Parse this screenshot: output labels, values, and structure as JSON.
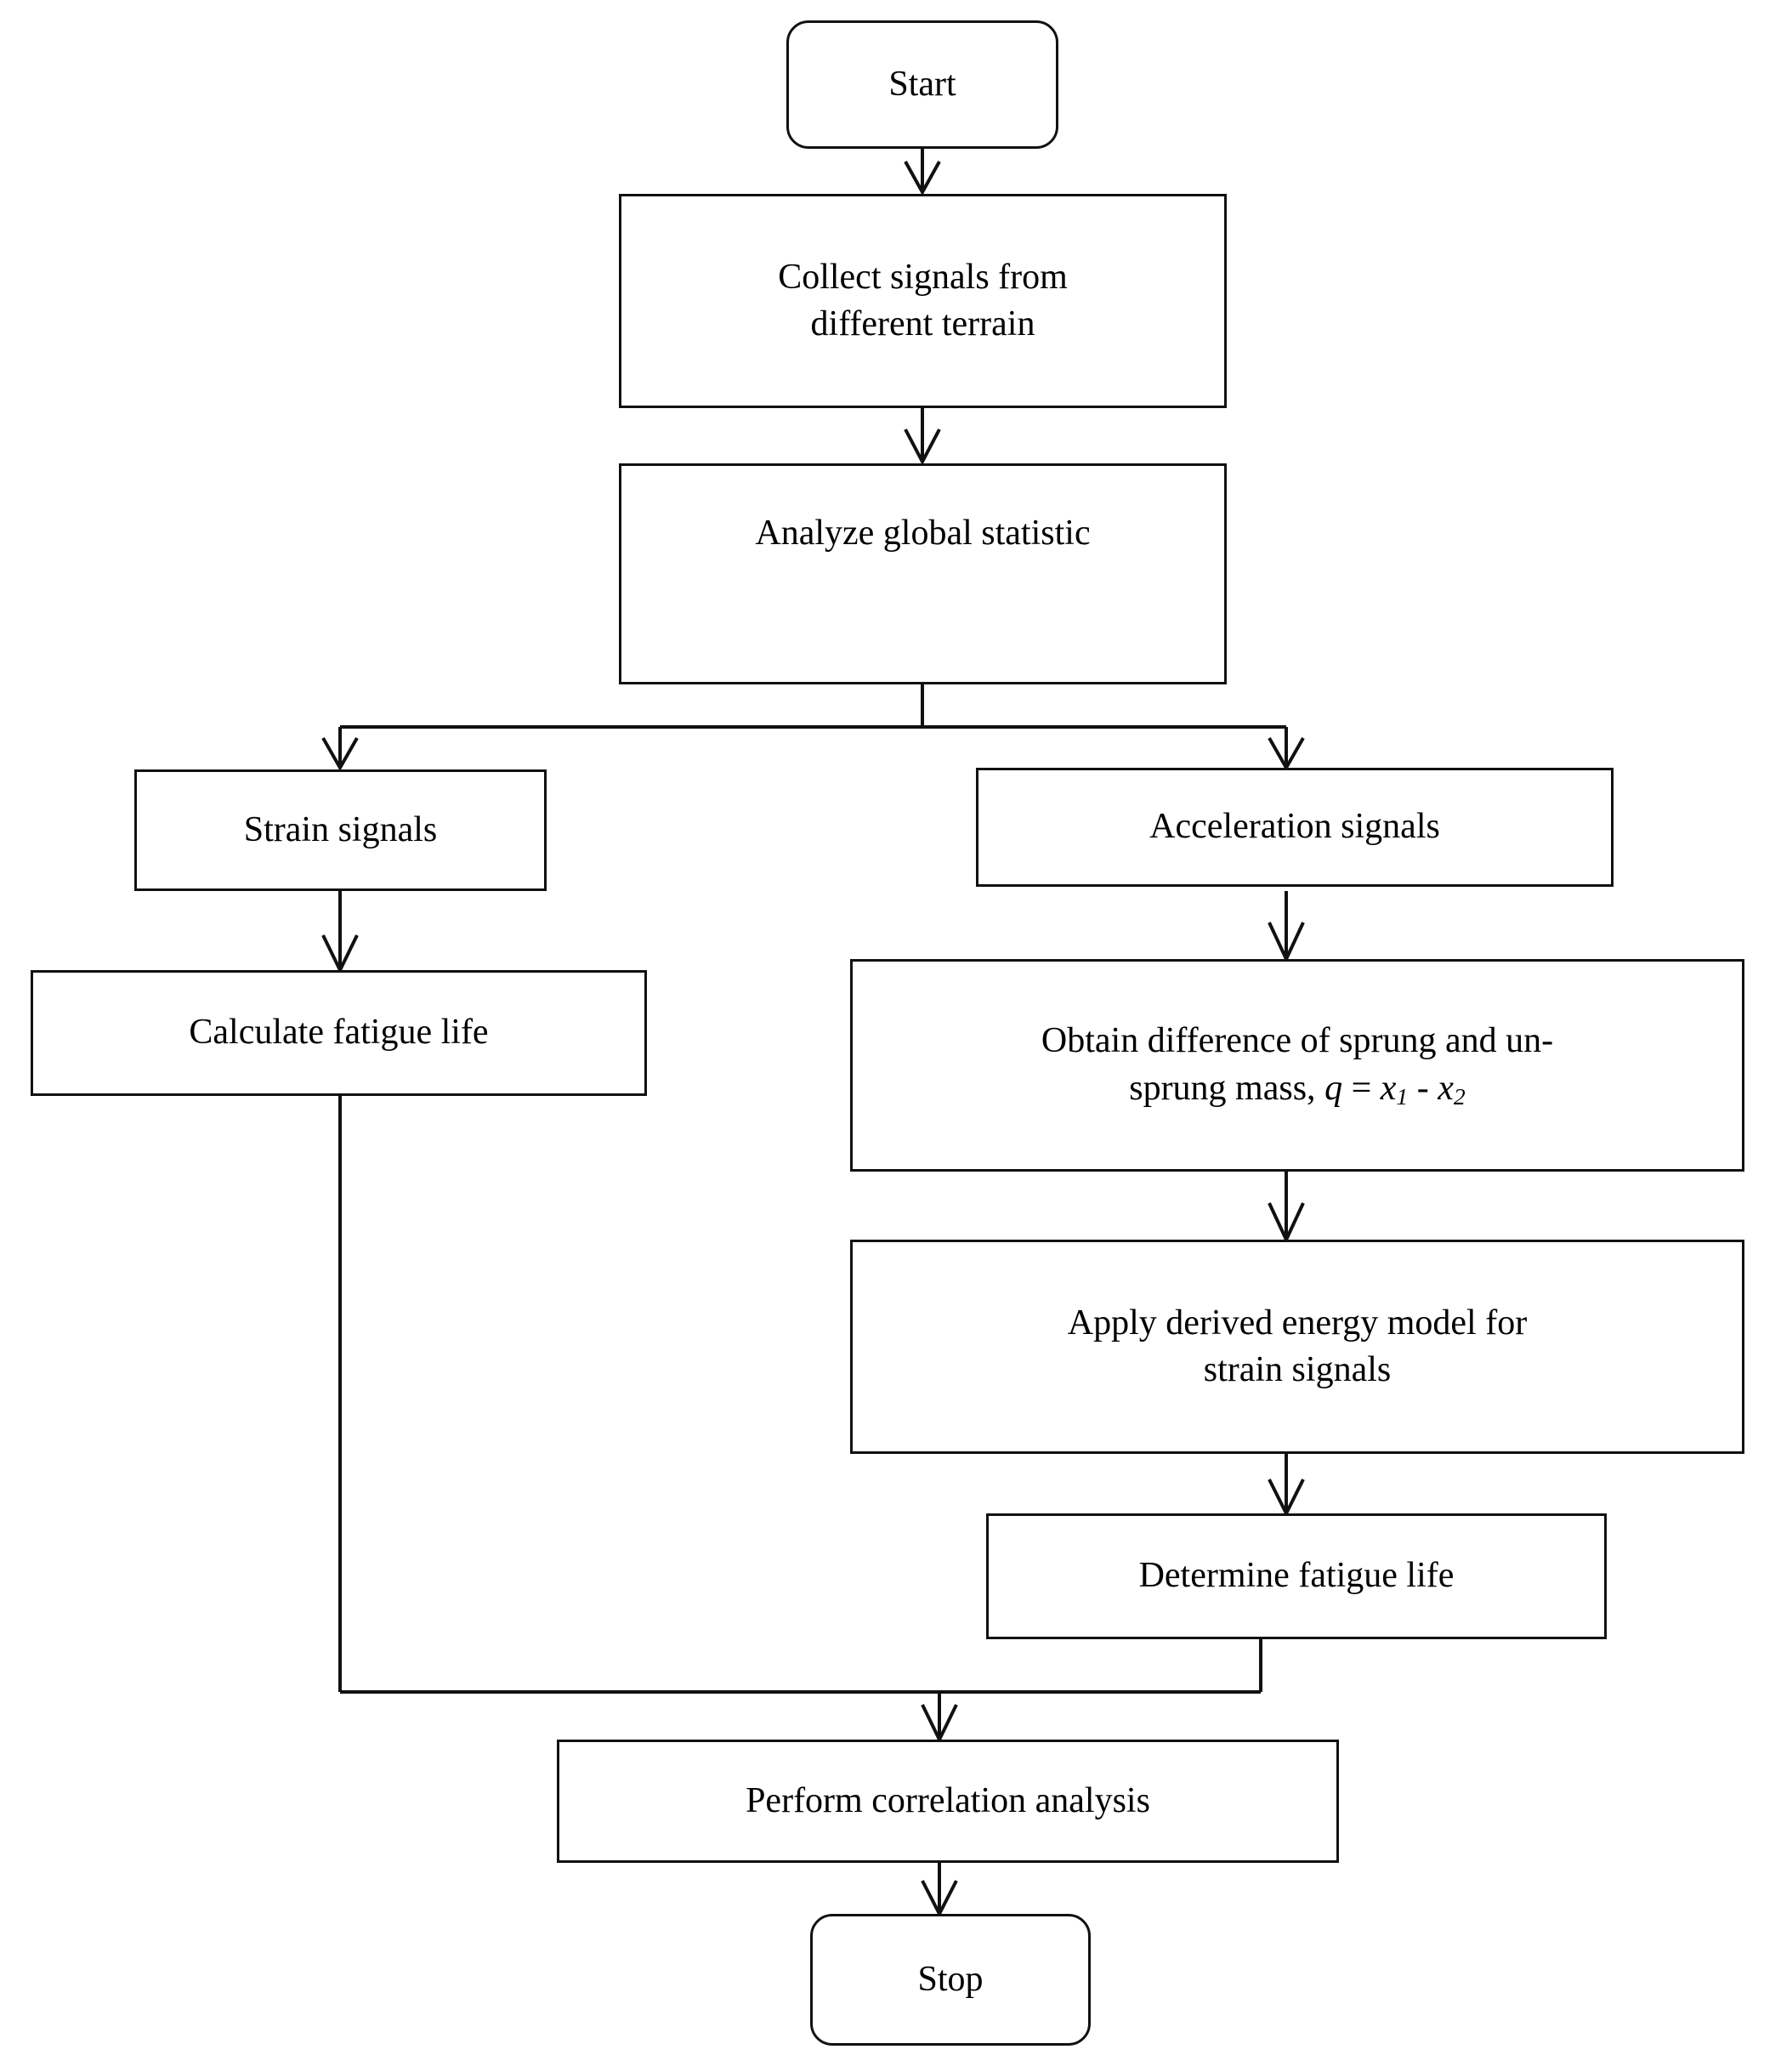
{
  "diagram": {
    "title": "Fatigue life assessment methodology flowchart",
    "stroke_color": "#111111",
    "background_color": "#ffffff",
    "text_color": "#000000"
  },
  "nodes": [
    {
      "id": "start",
      "shape": "terminal",
      "label": "Start",
      "lines": [
        "Start"
      ]
    },
    {
      "id": "collect-signals",
      "shape": "process",
      "label": "Collect signals from different terrain",
      "lines": [
        "Collect signals from",
        "different terrain"
      ]
    },
    {
      "id": "analyze-global-statistic",
      "shape": "process",
      "label": "Analyze global statistic",
      "lines": [
        "Analyze global statistic"
      ]
    },
    {
      "id": "strain-signals",
      "shape": "process",
      "label": "Strain signals",
      "lines": [
        "Strain signals"
      ]
    },
    {
      "id": "acceleration-signals",
      "shape": "process",
      "label": "Acceleration signals",
      "lines": [
        "Acceleration signals"
      ]
    },
    {
      "id": "calculate-fatigue-life",
      "shape": "process",
      "label": "Calculate fatigue life",
      "lines": [
        "Calculate fatigue life"
      ]
    },
    {
      "id": "obtain-difference",
      "shape": "process",
      "label": "Obtain difference of sprung and un-sprung mass, q = x1 - x2",
      "lines": [
        "Obtain difference of sprung and un-",
        "sprung mass, q = x1 - x2"
      ],
      "equation": {
        "variable": "q",
        "operator": "=",
        "term1": "x",
        "term1_sub": "1",
        "minus": "-",
        "term2": "x",
        "term2_sub": "2",
        "prefix": "sprung mass, "
      }
    },
    {
      "id": "apply-energy-model",
      "shape": "process",
      "label": "Apply derived energy model for strain signals",
      "lines": [
        "Apply derived energy model for",
        "strain signals"
      ]
    },
    {
      "id": "determine-fatigue-life",
      "shape": "process",
      "label": "Determine fatigue life",
      "lines": [
        "Determine fatigue life"
      ]
    },
    {
      "id": "perform-correlation-analysis",
      "shape": "process",
      "label": "Perform correlation analysis",
      "lines": [
        "Perform correlation analysis"
      ]
    },
    {
      "id": "stop",
      "shape": "terminal",
      "label": "Stop",
      "lines": [
        "Stop"
      ]
    }
  ],
  "edges": [
    {
      "from": "start",
      "to": "collect-signals",
      "arrow": true
    },
    {
      "from": "collect-signals",
      "to": "analyze-global-statistic",
      "arrow": true
    },
    {
      "from": "analyze-global-statistic",
      "to": "strain-signals",
      "arrow": true
    },
    {
      "from": "analyze-global-statistic",
      "to": "acceleration-signals",
      "arrow": true
    },
    {
      "from": "strain-signals",
      "to": "calculate-fatigue-life",
      "arrow": true
    },
    {
      "from": "acceleration-signals",
      "to": "obtain-difference",
      "arrow": true
    },
    {
      "from": "obtain-difference",
      "to": "apply-energy-model",
      "arrow": true
    },
    {
      "from": "apply-energy-model",
      "to": "determine-fatigue-life",
      "arrow": true
    },
    {
      "from": "calculate-fatigue-life",
      "to": "perform-correlation-analysis",
      "arrow": true
    },
    {
      "from": "determine-fatigue-life",
      "to": "perform-correlation-analysis",
      "arrow": true
    },
    {
      "from": "perform-correlation-analysis",
      "to": "stop",
      "arrow": true
    }
  ]
}
